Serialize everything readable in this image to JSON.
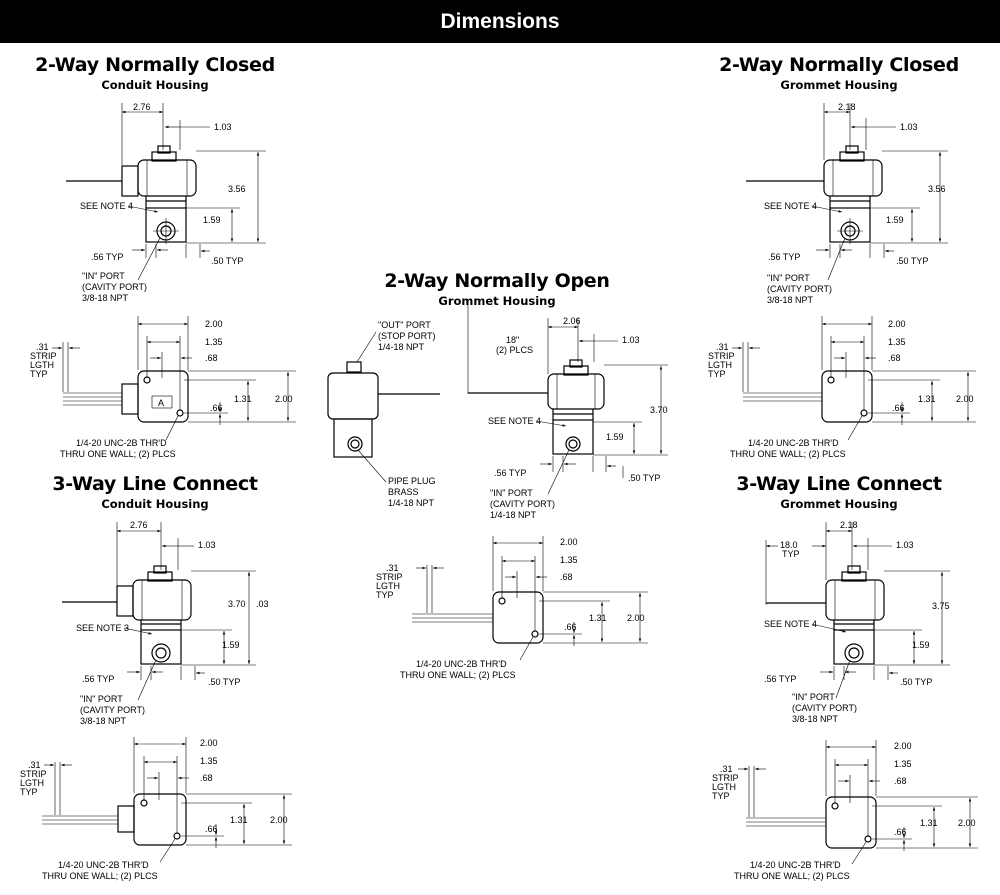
{
  "header": {
    "title": "Dimensions"
  },
  "sections": {
    "nc_conduit": {
      "title": "2-Way Normally Closed",
      "subtitle": "Conduit Housing"
    },
    "nc_grommet": {
      "title": "2-Way Normally Closed",
      "subtitle": "Grommet Housing"
    },
    "no_grommet": {
      "title": "2-Way Normally Open",
      "subtitle": "Grommet Housing"
    },
    "lc_conduit": {
      "title": "3-Way Line Connect",
      "subtitle": "Conduit Housing"
    },
    "lc_grommet": {
      "title": "3-Way Line Connect",
      "subtitle": "Grommet Housing"
    }
  },
  "labels": {
    "d276": "2.76",
    "d218": "2.18",
    "d206": "2.06",
    "d103": "1.03",
    "d356": "3.56",
    "d370": "3.70",
    "d375": "3.75",
    "d03": ".03",
    "d159": "1.59",
    "d56typ": ".56 TYP",
    "d50typ": ".50 TYP",
    "d200": "2.00",
    "d135": "1.35",
    "d68": ".68",
    "d131": "1.31",
    "d66": ".66",
    "d31": ".31",
    "strip": "STRIP",
    "lgth": "LGTH",
    "typ": "TYP",
    "d18": "18\"",
    "plcs2": "(2) PLCS",
    "d180": "18.0",
    "note4": "SEE NOTE 4",
    "note3": "SEE NOTE 3",
    "in1": "\"IN\" PORT",
    "in2": "(CAVITY PORT)",
    "npt38": "3/8-18 NPT",
    "npt14": "1/4-18 NPT",
    "thr1": "1/4-20 UNC-2B THR'D",
    "thr2": "THRU ONE WALL; (2) PLCS",
    "out1": "\"OUT\" PORT",
    "out2": "(STOP PORT)",
    "plug1": "PIPE PLUG",
    "plug2": "BRASS",
    "tagA": "A"
  }
}
